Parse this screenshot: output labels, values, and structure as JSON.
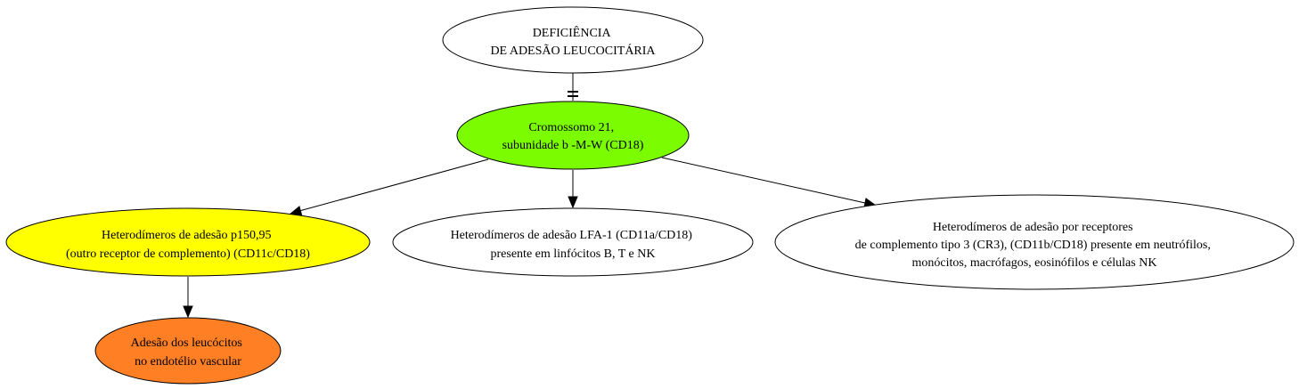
{
  "diagram": {
    "nodes": {
      "root": {
        "lines": [
          "DEFICIÊNCIA",
          "DE ADESÃO LEUCOCITÁRIA"
        ],
        "fill": "#ffffff"
      },
      "chromosome": {
        "lines": [
          "Cromossomo 21,",
          "subunidade b -M-W (CD18)"
        ],
        "fill": "#7cfc00"
      },
      "p150": {
        "lines": [
          "Heterodímeros de adesão p150,95",
          "(outro receptor de complemento) (CD11c/CD18)"
        ],
        "fill": "#ffff00"
      },
      "lfa1": {
        "lines": [
          "Heterodímeros de adesão LFA-1 (CD11a/CD18)",
          "presente em linfócitos B, T e NK"
        ],
        "fill": "#ffffff"
      },
      "cr3": {
        "lines": [
          "Heterodímeros de adesão por receptores",
          "de complemento tipo 3 (CR3), (CD11b/CD18) presente em neutrófilos,",
          "monócitos, macrófagos, eosinófilos e células NK"
        ],
        "fill": "#ffffff"
      },
      "adhesion": {
        "lines": [
          "Adesão dos leucócitos",
          "no endotélio vascular"
        ],
        "fill": "#ff7f24"
      }
    },
    "edges": [
      {
        "from": "root",
        "to": "chromosome",
        "style": "tee"
      },
      {
        "from": "chromosome",
        "to": "p150",
        "style": "arrow"
      },
      {
        "from": "chromosome",
        "to": "lfa1",
        "style": "arrow"
      },
      {
        "from": "chromosome",
        "to": "cr3",
        "style": "arrow"
      },
      {
        "from": "p150",
        "to": "adhesion",
        "style": "arrow"
      }
    ]
  }
}
